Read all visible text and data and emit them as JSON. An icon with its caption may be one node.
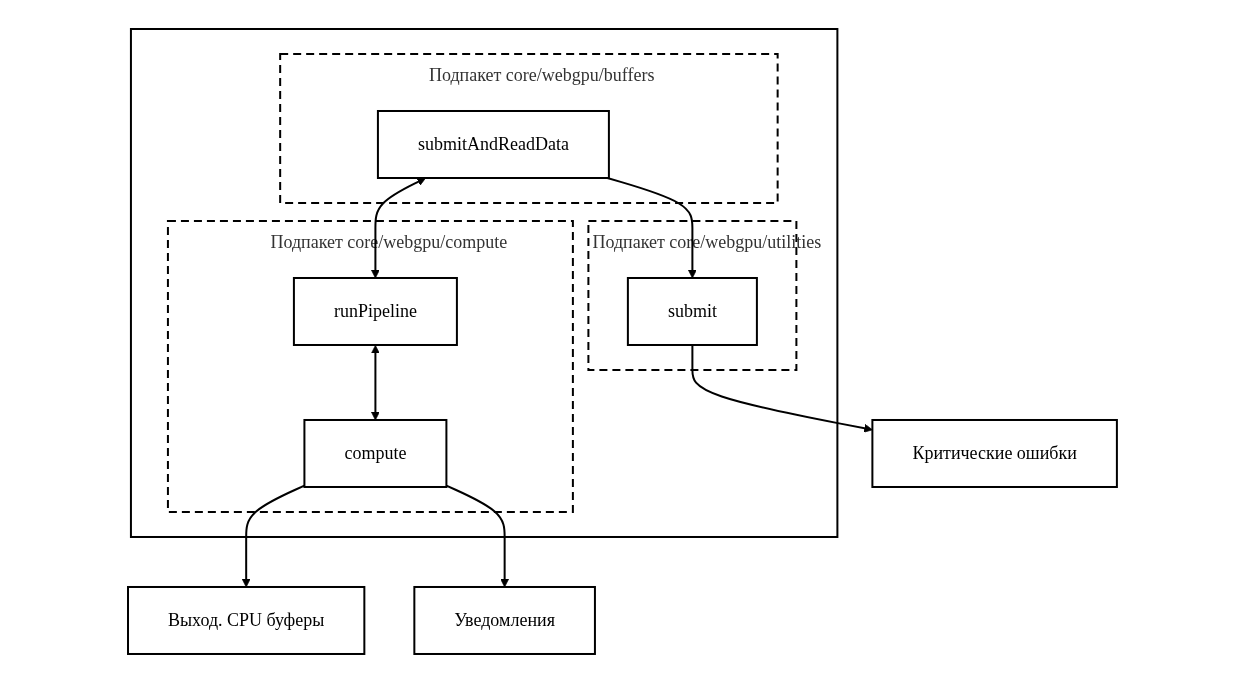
{
  "diagram": {
    "nodes": [
      {
        "text": [],
        "shape": "box"
      },
      {
        "text": [
          "Подпакет core/webgpu/buffers"
        ],
        "in": 0
      },
      {
        "text": [
          "submitAndReadData"
        ],
        "in": 1
      },
      {
        "text": [
          "Подпакет core/webgpu/compute"
        ],
        "in": 0
      },
      {
        "text": [
          "runPipeline"
        ],
        "in": 3
      },
      {
        "text": [
          "compute"
        ],
        "in": 3
      },
      {
        "text": [
          "Подпакет core/webgpu/utilities"
        ],
        "in": 0
      },
      {
        "text": [
          "submit"
        ],
        "in": 6
      },
      {
        "text": [
          "Критические ошибки"
        ]
      },
      {
        "text": [
          "Уведомления"
        ]
      },
      {
        "text": [
          "Выход. CPU буферы"
        ]
      }
    ],
    "edges": [
      {
        "from": 2,
        "to": 4,
        "arrow": "both"
      },
      {
        "from": 4,
        "to": 5,
        "arrow": "both"
      },
      {
        "from": 2,
        "to": 7,
        "arrow": "to"
      },
      {
        "from": 7,
        "to": 8,
        "arrow": "to"
      },
      {
        "from": 5,
        "to": 10,
        "arrow": "to"
      },
      {
        "from": 5,
        "to": 9,
        "arrow": "to"
      }
    ]
  }
}
